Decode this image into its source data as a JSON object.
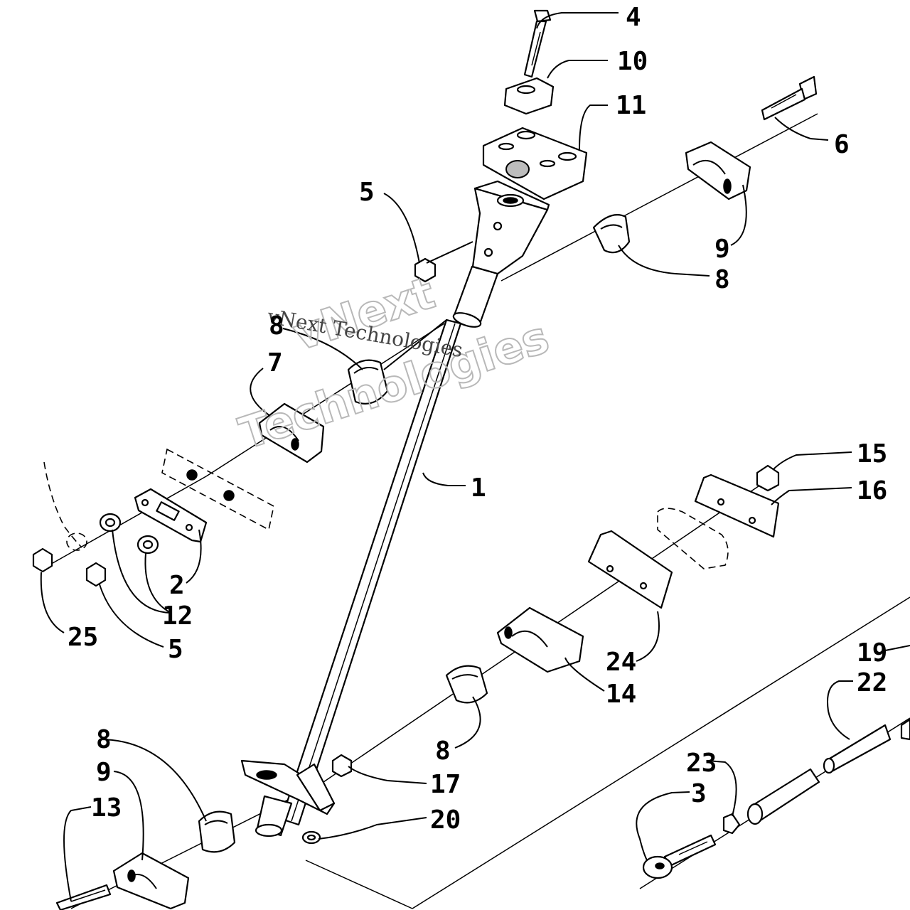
{
  "watermark": {
    "line1": "vNext",
    "line2": "Technologies",
    "caption": "vNext Technologies"
  },
  "callouts": [
    {
      "id": "c4a",
      "label": "4"
    },
    {
      "id": "c10",
      "label": "10"
    },
    {
      "id": "c11",
      "label": "11"
    },
    {
      "id": "c6",
      "label": "6"
    },
    {
      "id": "c5a",
      "label": "5"
    },
    {
      "id": "c9a",
      "label": "9"
    },
    {
      "id": "c8a",
      "label": "8"
    },
    {
      "id": "c8b",
      "label": "8"
    },
    {
      "id": "c7",
      "label": "7"
    },
    {
      "id": "c1",
      "label": "1"
    },
    {
      "id": "c15",
      "label": "15"
    },
    {
      "id": "c16",
      "label": "16"
    },
    {
      "id": "c2",
      "label": "2"
    },
    {
      "id": "c12",
      "label": "12"
    },
    {
      "id": "c25",
      "label": "25"
    },
    {
      "id": "c5b",
      "label": "5"
    },
    {
      "id": "c24",
      "label": "24"
    },
    {
      "id": "c14",
      "label": "14"
    },
    {
      "id": "c19",
      "label": "19"
    },
    {
      "id": "c22",
      "label": "22"
    },
    {
      "id": "c8c",
      "label": "8"
    },
    {
      "id": "c8d",
      "label": "8"
    },
    {
      "id": "c9b",
      "label": "9"
    },
    {
      "id": "c13",
      "label": "13"
    },
    {
      "id": "c17",
      "label": "17"
    },
    {
      "id": "c20",
      "label": "20"
    },
    {
      "id": "c23",
      "label": "23"
    },
    {
      "id": "c3",
      "label": "3"
    }
  ]
}
